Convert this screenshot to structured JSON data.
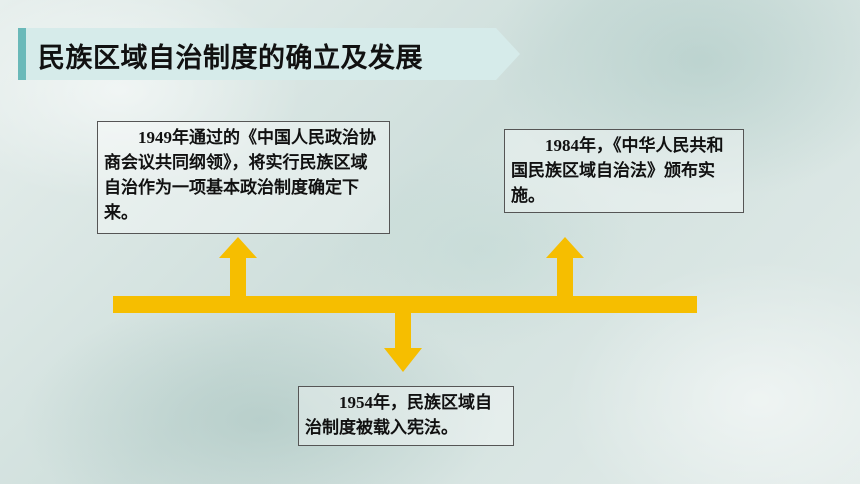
{
  "slide": {
    "title": "民族区域自治制度的确立及发展"
  },
  "events": {
    "e1949": "1949年通过的《中国人民政治协商会议共同纲领》，将实行民族区域自治作为一项基本政治制度确定下来。",
    "e1984": "1984年，《中华人民共和国民族区域自治法》颁布实施。",
    "e1954": "1954年，民族区域自治制度被载入宪法。"
  },
  "colors": {
    "timeline": "#f6be00",
    "title_bar": "#d6ebea",
    "title_accent": "#6ab9b9"
  }
}
